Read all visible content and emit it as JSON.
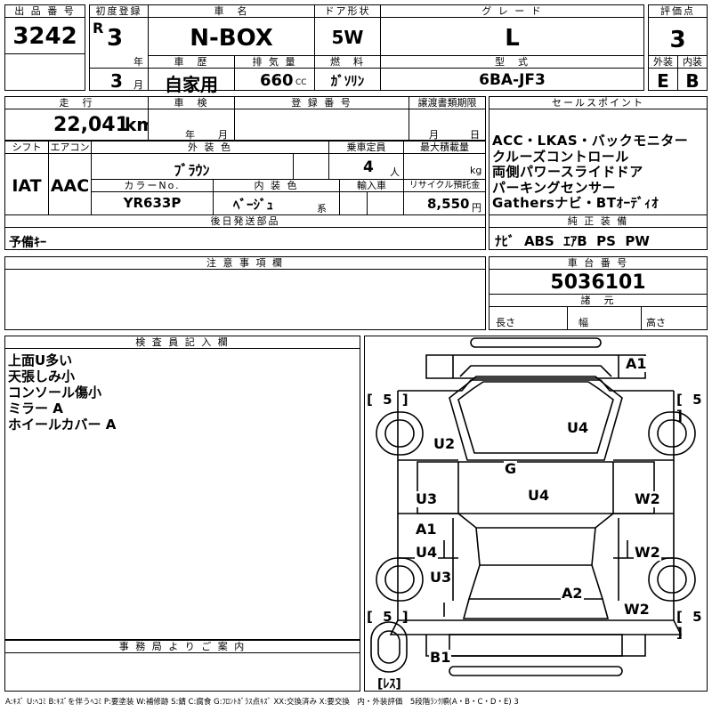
{
  "header": {
    "lot_no_label": "出 品 番 号",
    "lot_no": "3242",
    "first_reg_label": "初度登録",
    "era": "R",
    "year": "3",
    "year_unit": "年",
    "month": "3",
    "month_unit": "月",
    "car_name_label": "車　名",
    "car_name": "N-BOX",
    "door_label": "ドア形状",
    "door": "5W",
    "grade_label": "グ レ ー ド",
    "grade": "L",
    "score_label": "評価点",
    "score": "3",
    "history_label": "車　歴",
    "history": "自家用",
    "displacement_label": "排 気 量",
    "displacement": "660",
    "displacement_unit": "CC",
    "fuel_label": "燃　料",
    "fuel": "ｶﾞｿﾘﾝ",
    "model_label": "型　式",
    "model": "6BA-JF3",
    "exterior_label": "外装",
    "exterior": "E",
    "interior_label": "内装",
    "interior": "B"
  },
  "row2": {
    "mileage_label": "走　行",
    "mileage": "22,041",
    "mileage_unit": "km",
    "inspection_label": "車　検",
    "insp_year_unit": "年",
    "insp_month_unit": "月",
    "reg_no_label": "登 録 番 号",
    "transfer_label": "譲渡書類期限",
    "transfer_month_unit": "月",
    "transfer_day_unit": "日",
    "shift_label": "シフト",
    "shift": "IAT",
    "ac_label": "エアコン",
    "ac": "AAC",
    "color_label": "外 装 色",
    "color": "ﾌﾞﾗｳﾝ",
    "capacity_label": "乗車定員",
    "capacity": "4",
    "capacity_unit": "人",
    "load_label": "最大積載量",
    "load_unit": "kg",
    "color_no_label": "カラーNo.",
    "color_no": "YR633P",
    "interior_color_label": "内 装 色",
    "interior_color": "ﾍﾞｰｼﾞｭ",
    "interior_color_unit": "系",
    "import_label": "輸入車",
    "recycle_label": "リサイクル預託金",
    "recycle": "8,550",
    "recycle_unit": "円"
  },
  "sales_points": {
    "label": "セールスポイント",
    "lines": [
      "ACC・LKAS・バックモニター",
      "クルーズコントロール",
      "両側パワースライドドア",
      "パーキングセンサー",
      "Gathersナビ・BTｵｰﾃﾞｨｵ"
    ]
  },
  "equipment": {
    "label": "純 正 装 備",
    "value": "ﾅﾋﾞ  ABS  ｴｱB  PS  PW"
  },
  "later_parts": {
    "label": "後日発送部品",
    "value": "予備ｷｰ"
  },
  "caution": {
    "label": "注 意 事 項 欄"
  },
  "chassis": {
    "label": "車 台 番 号",
    "value": "5036101"
  },
  "dimensions": {
    "label": "諸　元",
    "length": "長さ",
    "width": "幅",
    "height": "高さ"
  },
  "inspector": {
    "label": "検 査 員 記 入 欄",
    "lines": [
      "上面U多い",
      "天張しみ小",
      "コンソール傷小",
      "ミラー A",
      "ホイールカバー A"
    ]
  },
  "office": {
    "label": "事 務 局 よ り ご 案 内"
  },
  "diagram": {
    "marks": [
      "A1",
      "U4",
      "U2",
      "G",
      "U4",
      "U3",
      "W2",
      "A1",
      "U4",
      "W2",
      "U3",
      "A2",
      "W2",
      "B1"
    ],
    "tire_marks": [
      "[ 5 ]",
      "[ 5 ]",
      "[ 5 ]",
      "[ 5 ]"
    ],
    "spare_label": "[ﾚｽ]"
  },
  "legend": "A:ｷｽﾞ U:ﾍｺﾐ B:ｷｽﾞを伴うﾍｺﾐ P:要塗装 W:補修跡 S:錆 C:腐食 G:ﾌﾛﾝﾄｶﾞﾗｽ点ｷｽﾞ XX:交換済み X:要交換　内・外装評価　5段階ﾗﾝｸ順(A・B・C・D・E) 3"
}
